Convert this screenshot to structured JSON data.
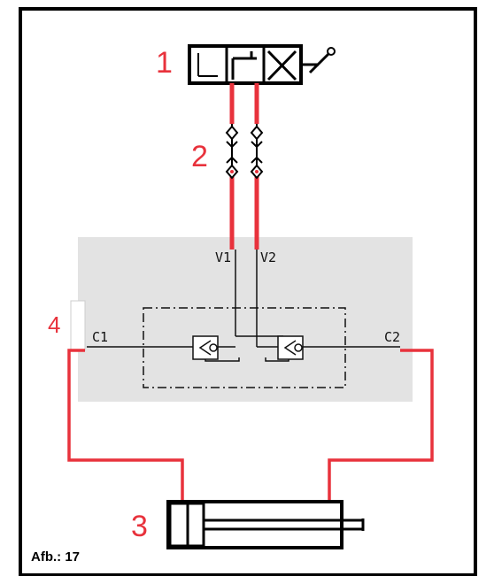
{
  "labels": {
    "valve": "1",
    "couplings": "2",
    "cylinder": "3",
    "lock_valve": "4"
  },
  "ports": {
    "v1": "V1",
    "v2": "V2",
    "c1": "C1",
    "c2": "C2"
  },
  "caption": "Afb.: 17",
  "colors": {
    "hose": "#e8323c",
    "block": "#e3e3e3",
    "line": "#111111"
  }
}
